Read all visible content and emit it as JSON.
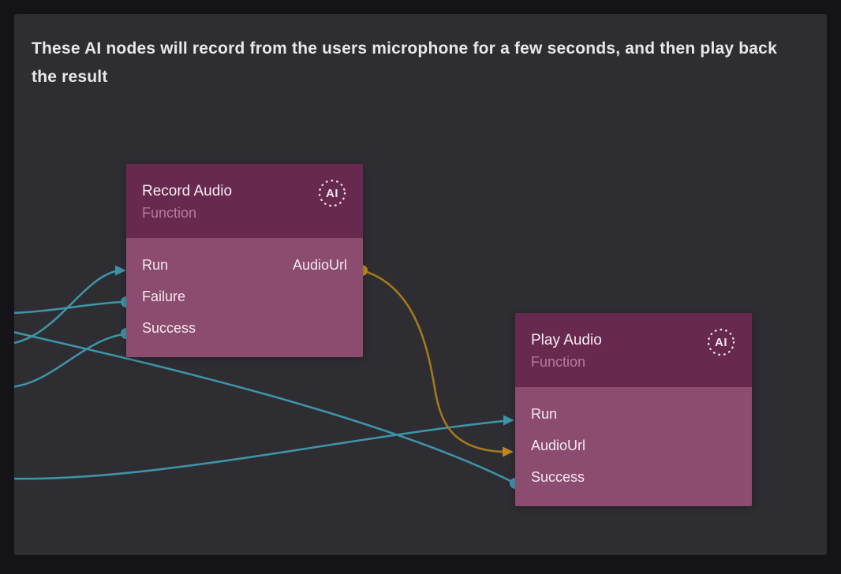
{
  "canvas": {
    "comment": "These AI nodes will record from the users microphone for a few seconds, and then play back the result"
  },
  "nodes": [
    {
      "id": "record-audio",
      "title": "Record Audio",
      "subtitle": "Function",
      "badge": "AI",
      "rows": [
        {
          "left": "Run",
          "right": "AudioUrl"
        },
        {
          "left": "Failure",
          "right": ""
        },
        {
          "left": "Success",
          "right": ""
        }
      ]
    },
    {
      "id": "play-audio",
      "title": "Play Audio",
      "subtitle": "Function",
      "badge": "AI",
      "rows": [
        {
          "left": "Run",
          "right": ""
        },
        {
          "left": "AudioUrl",
          "right": ""
        },
        {
          "left": "Success",
          "right": ""
        }
      ]
    }
  ],
  "connections": {
    "count": 6,
    "signal_color": "#3f93a7",
    "data_color": "#a3781f"
  },
  "colors": {
    "canvas_background": "#2d2d32",
    "frame_background": "#141418",
    "node_header": "#67294e",
    "node_body": "#8c4c6f",
    "comment_text": "#e8e8ea",
    "port_text": "#f3e8ef",
    "subtitle_text": "#b67c9b"
  }
}
